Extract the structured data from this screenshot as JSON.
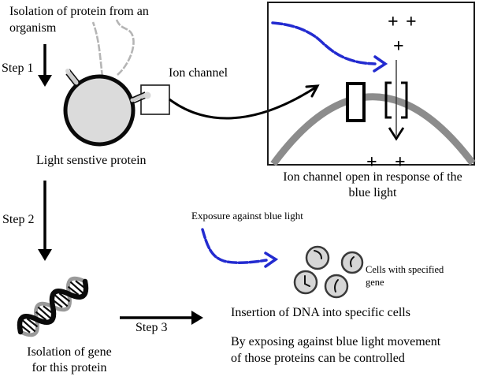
{
  "colors": {
    "background": "#ffffff",
    "ink": "#000000",
    "blue_arrow": "#232bd0",
    "membrane_gray": "#8c8c8c",
    "flagella_gray": "#b5b5b5",
    "cell_fill": "#dbdbdb",
    "small_cell_fill": "#d6d6d6"
  },
  "steps": {
    "step1": "Step 1",
    "step2": "Step 2",
    "step3": "Step 3"
  },
  "labels": {
    "isolation_protein": [
      "Isolation of protein from an",
      "organism"
    ],
    "ion_channel": "Ion channel",
    "light_sensitive_protein": "Light senstive protein",
    "box_caption": [
      "Ion channel open in response of the",
      "blue light"
    ],
    "exposure_blue_light": "Exposure against blue light",
    "cells_with_gene": [
      "Cells with specified",
      "gene"
    ],
    "insertion_dna": "Insertion of DNA into specific cells",
    "isolation_gene": [
      "Isolation of gene",
      "for this protein"
    ],
    "conclusion": [
      "By exposing against blue light movement",
      "of those proteins can be controlled"
    ]
  },
  "symbols": {
    "plus": "+"
  }
}
